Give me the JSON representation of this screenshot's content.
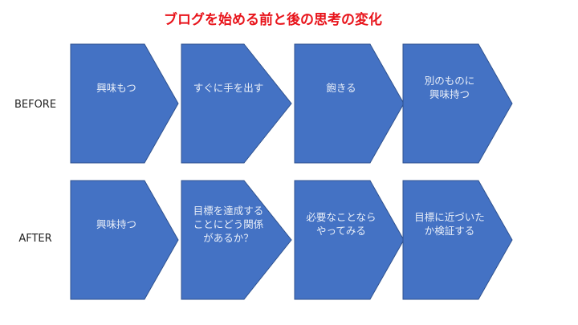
{
  "title": "ブログを始める前と後の思考の変化",
  "colors": {
    "title": "#e8141b",
    "chevron_fill": "#4472c4",
    "chevron_stroke": "#2f528f"
  },
  "rows": [
    {
      "label": "BEFORE",
      "steps": [
        "興味もつ",
        "すぐに手を出す",
        "飽きる",
        "別のものに\n興味持つ"
      ]
    },
    {
      "label": "AFTER",
      "steps": [
        "興味持つ",
        "目標を達成する\nことにどう関係\nがあるか？",
        "必要なことなら\nやってみる",
        "目標に近づいた\nか検証する"
      ]
    }
  ]
}
